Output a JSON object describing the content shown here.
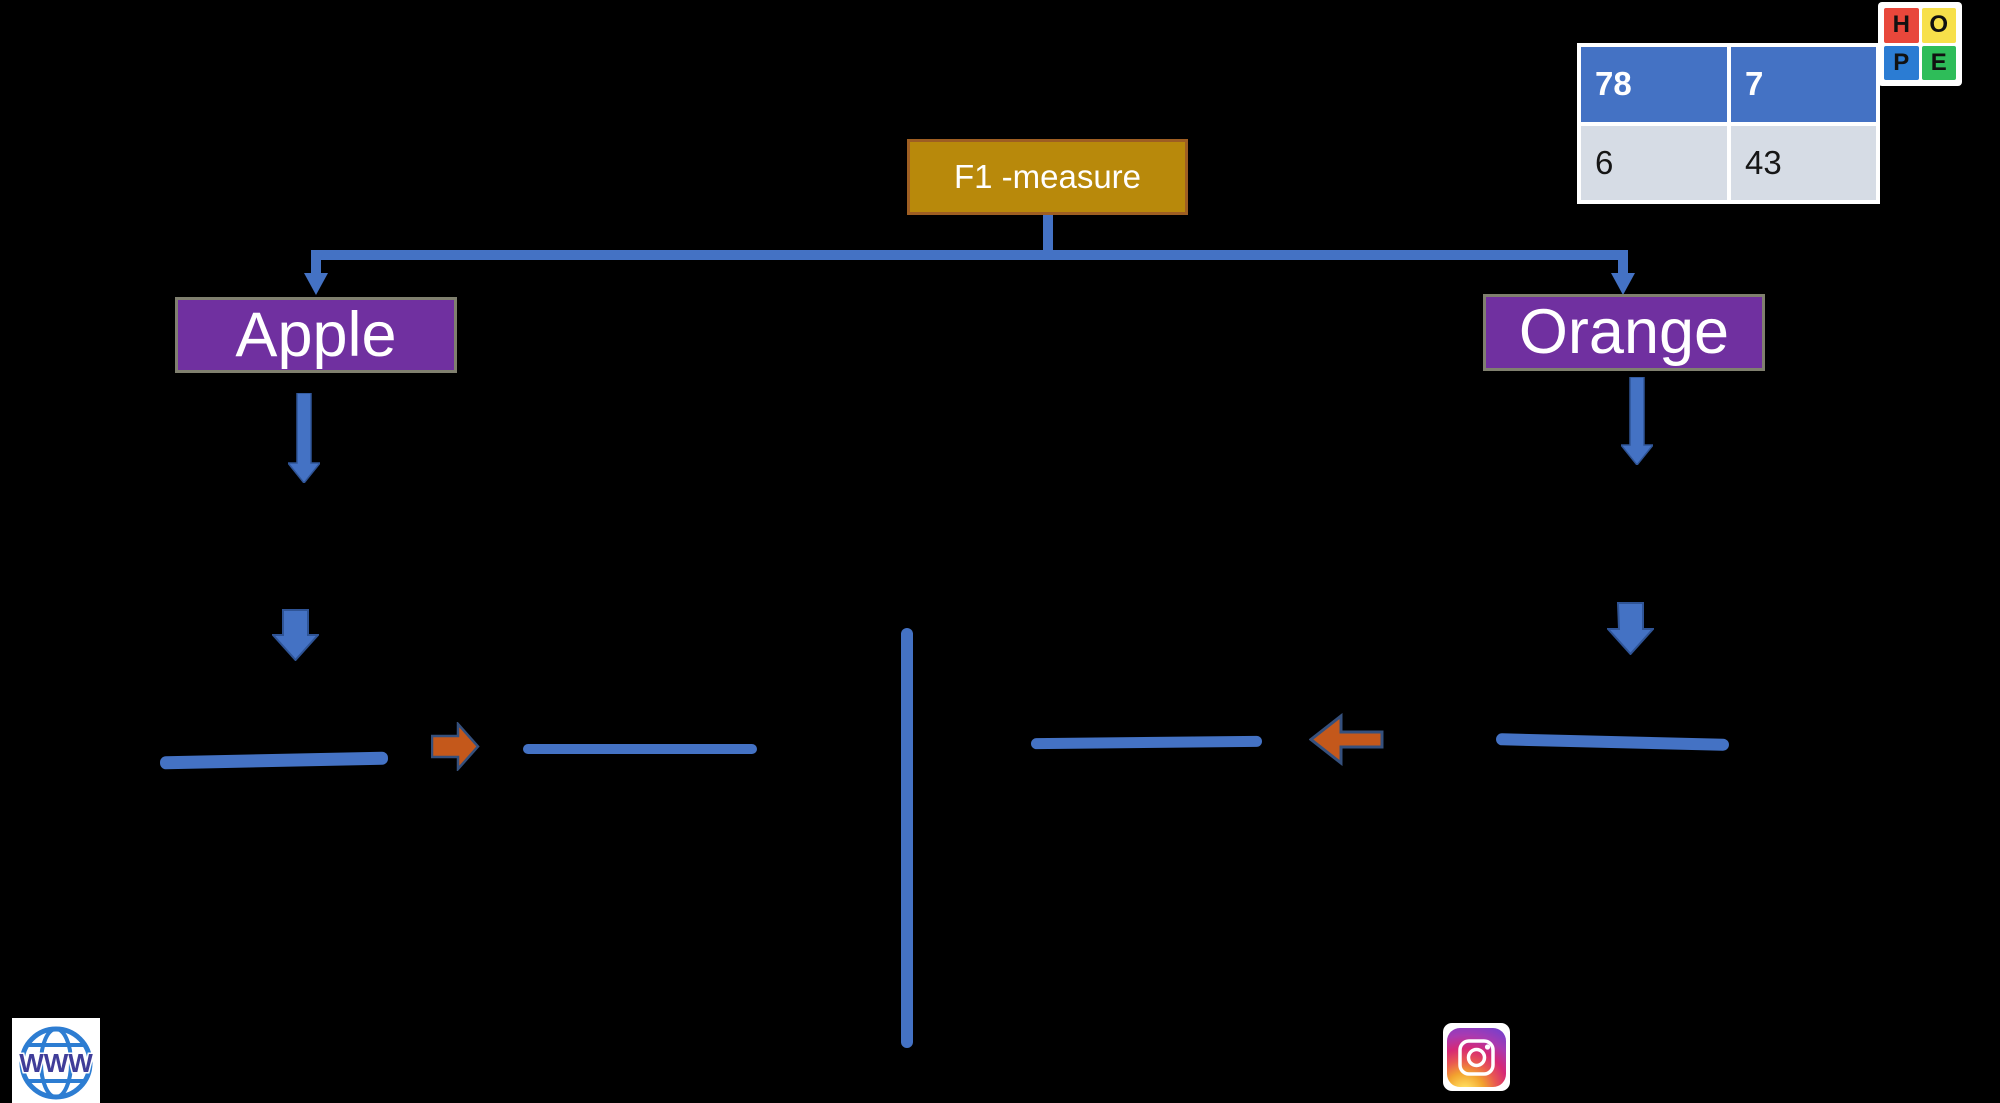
{
  "slide": {
    "background": "#000000"
  },
  "tree": {
    "root": {
      "label": "F1 -measure",
      "fill": "#B8890B",
      "border": "#9E5E22"
    },
    "children": [
      {
        "label": "Apple",
        "fill": "#7030A0"
      },
      {
        "label": "Orange",
        "fill": "#7030A0"
      }
    ],
    "connector_color": "#4472C4"
  },
  "matrix_table": {
    "header_row": [
      "78",
      "7"
    ],
    "body_row": [
      "6",
      "43"
    ],
    "header_bg": "#4472C4",
    "body_bg": "#D6DCE5"
  },
  "hope_logo": {
    "tiles": [
      {
        "letter": "H",
        "color": "#E8473B"
      },
      {
        "letter": "O",
        "color": "#F7E04A"
      },
      {
        "letter": "P",
        "color": "#2B7CD3"
      },
      {
        "letter": "E",
        "color": "#2EBD59"
      }
    ]
  },
  "www_badge": {
    "label": "WWW"
  },
  "icons": {
    "www_globe": "www-globe-icon",
    "instagram": "instagram-icon",
    "down_arrows": "down-arrow-icon",
    "orange_right": "right-arrow-icon",
    "orange_left": "left-arrow-icon"
  },
  "colors": {
    "accent_blue": "#4472C4",
    "accent_orange": "#C4581B",
    "orange_arrow_border": "#35507D",
    "purple": "#7030A0",
    "gold": "#B8890B"
  }
}
